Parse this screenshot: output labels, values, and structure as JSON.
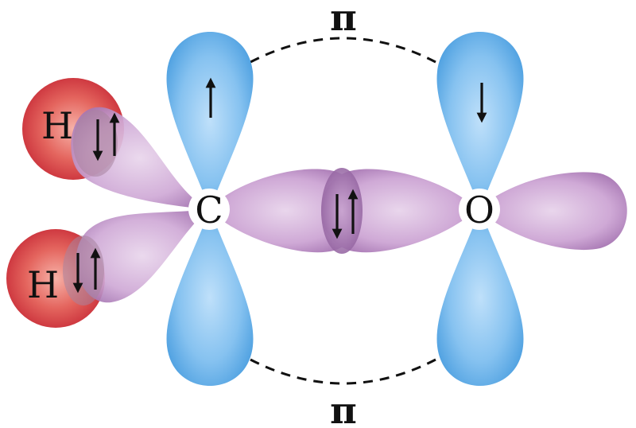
{
  "atoms": {
    "hydrogen_top": "H",
    "hydrogen_bottom": "H",
    "carbon": "C",
    "oxygen": "O"
  },
  "bond_labels": {
    "pi_top": "π",
    "pi_bottom": "π"
  },
  "colors": {
    "p_orbital": "#5aa9e6",
    "sp2_orbital": "#b585c2",
    "hydrogen_s": "#d8454b",
    "outline_dashed": "#111111"
  },
  "icons": [
    "electron-up-arrow-icon",
    "electron-down-arrow-icon"
  ]
}
